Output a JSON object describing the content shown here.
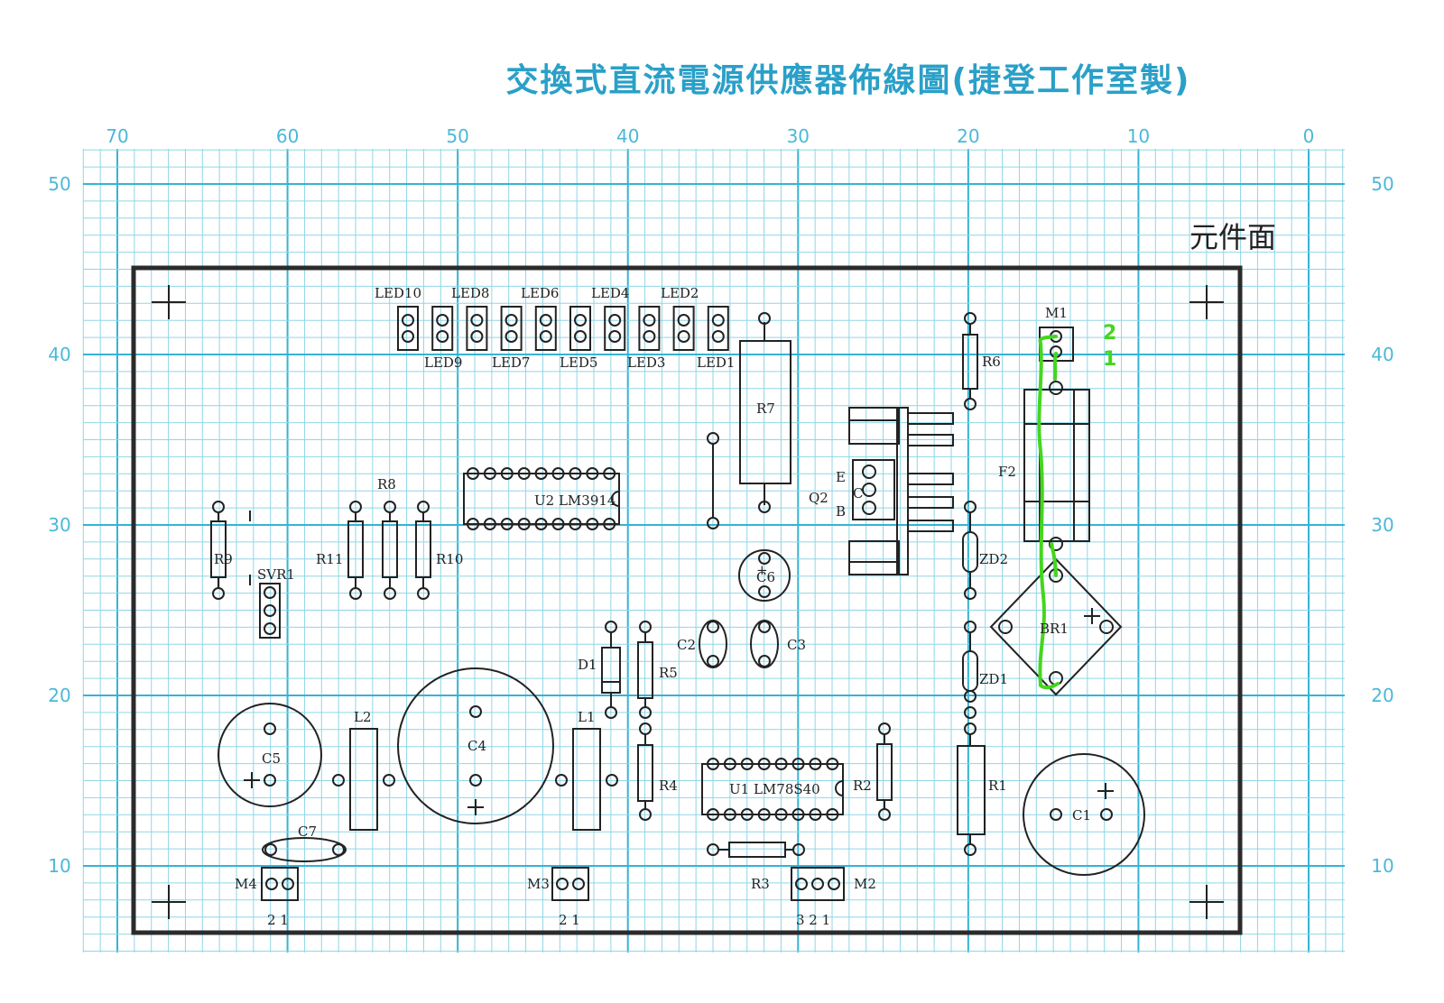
{
  "title": "交換式直流電源供應器佈線圖(捷登工作室製)",
  "side_label": "元件面",
  "axis": {
    "top": [
      "70",
      "60",
      "50",
      "40",
      "30",
      "20",
      "10",
      "0"
    ],
    "left": [
      "50",
      "40",
      "30",
      "20",
      "10"
    ],
    "right": [
      "50",
      "40",
      "30",
      "20",
      "10"
    ]
  },
  "colors": {
    "grid_minor": "#8fd6e6",
    "grid_major": "#35b4d4",
    "board": "#2b2b2b",
    "trace": "#44d61e",
    "title": "#2aa0c8"
  },
  "components": {
    "led_top": [
      "LED10",
      "LED8",
      "LED6",
      "LED4",
      "LED2"
    ],
    "led_bottom": [
      "LED9",
      "LED7",
      "LED5",
      "LED3",
      "LED1"
    ],
    "u2": "U2 LM3914",
    "u1": "U1 LM78S40",
    "r7": "R7",
    "r6": "R6",
    "r8": "R8",
    "r9": "R9",
    "r10": "R10",
    "r11": "R11",
    "r5": "R5",
    "r4": "R4",
    "r3": "R3",
    "r2": "R2",
    "r1": "R1",
    "f2": "F2",
    "q2": "Q2",
    "q2_e": "E",
    "q2_c": "C",
    "q2_b": "B",
    "zd1": "ZD1",
    "zd2": "ZD2",
    "br1": "BR1",
    "c1": "C1",
    "c2": "C2",
    "c3": "C3",
    "c4": "C4",
    "c5": "C5",
    "c6": "C6",
    "c7": "C7",
    "d1": "D1",
    "l1": "L1",
    "l2": "L2",
    "svr1": "SVR1",
    "m1": "M1",
    "m2": "M2",
    "m3": "M3",
    "m4": "M4",
    "pin_21": "2  1",
    "pin_321": "3  2  1",
    "plus": "+",
    "minus": "-"
  },
  "trace_marks": [
    "2",
    "1"
  ]
}
